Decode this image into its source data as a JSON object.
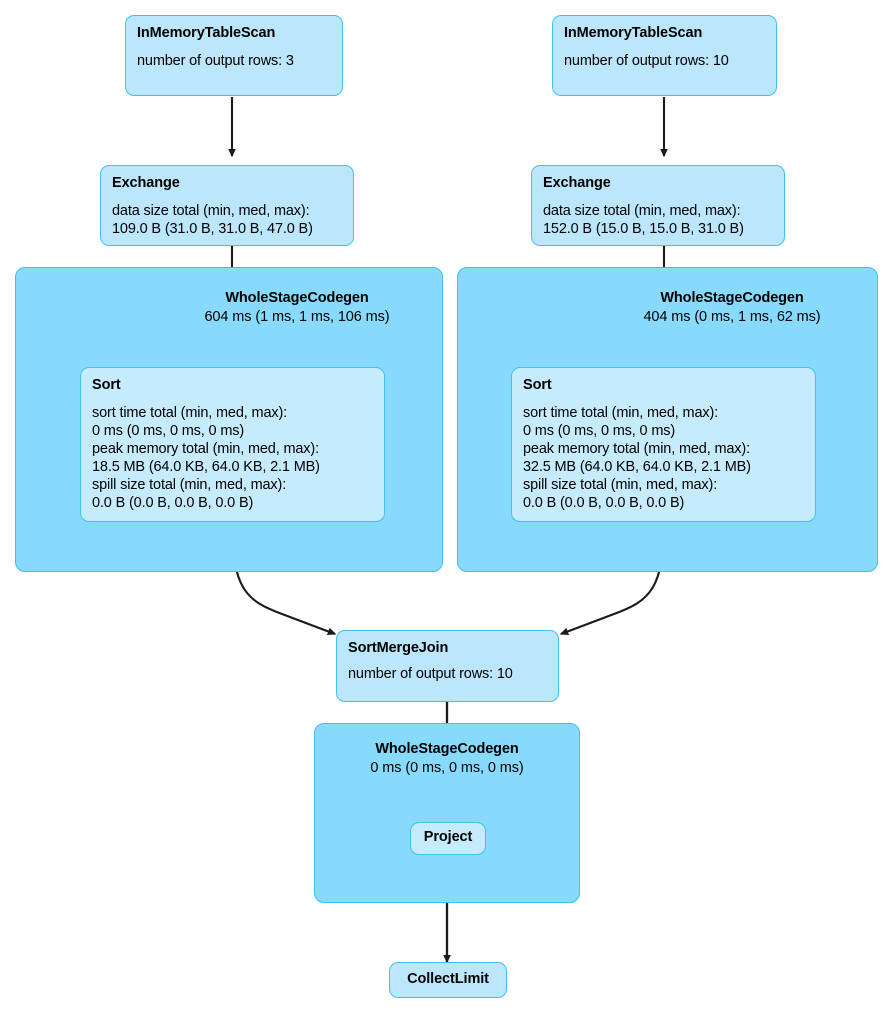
{
  "diagram": {
    "type": "spark-sql-query-execution-plan",
    "background_color": "#ffffff",
    "node_fill_color": "#BCE6FC",
    "node_border_color": "#41C1F0",
    "container_fill_color": "#87DAFB",
    "container_border_color": "#3FC0F0",
    "edge_color": "#1a1a1a"
  },
  "nodes": {
    "scan_left": {
      "title": "InMemoryTableScan",
      "metrics": "number of output rows: 3"
    },
    "scan_right": {
      "title": "InMemoryTableScan",
      "metrics": "number of output rows: 10"
    },
    "exchange_left": {
      "title": "Exchange",
      "metrics": "data size total (min, med, max):\n109.0 B (31.0 B, 31.0 B, 47.0 B)"
    },
    "exchange_right": {
      "title": "Exchange",
      "metrics": "data size total (min, med, max):\n152.0 B (15.0 B, 15.0 B, 31.0 B)"
    },
    "sort_left": {
      "title": "Sort",
      "metrics": "sort time total (min, med, max):\n0 ms (0 ms, 0 ms, 0 ms)\npeak memory total (min, med, max):\n18.5 MB (64.0 KB, 64.0 KB, 2.1 MB)\nspill size total (min, med, max):\n0.0 B (0.0 B, 0.0 B, 0.0 B)"
    },
    "sort_right": {
      "title": "Sort",
      "metrics": "sort time total (min, med, max):\n0 ms (0 ms, 0 ms, 0 ms)\npeak memory total (min, med, max):\n32.5 MB (64.0 KB, 64.0 KB, 2.1 MB)\nspill size total (min, med, max):\n0.0 B (0.0 B, 0.0 B, 0.0 B)"
    },
    "sortmergejoin": {
      "title": "SortMergeJoin",
      "metrics": "number of output rows: 10"
    },
    "project": {
      "title": "Project"
    },
    "collectlimit": {
      "title": "CollectLimit"
    }
  },
  "containers": {
    "wsc_left": {
      "title": "WholeStageCodegen",
      "metrics": "604 ms (1 ms, 1 ms, 106 ms)"
    },
    "wsc_right": {
      "title": "WholeStageCodegen",
      "metrics": "404 ms (0 ms, 1 ms, 62 ms)"
    },
    "wsc_bottom": {
      "title": "WholeStageCodegen",
      "metrics": "0 ms (0 ms, 0 ms, 0 ms)"
    }
  },
  "edges": [
    {
      "from": "scan_left",
      "to": "exchange_left"
    },
    {
      "from": "exchange_left",
      "to": "sort_left"
    },
    {
      "from": "scan_right",
      "to": "exchange_right"
    },
    {
      "from": "exchange_right",
      "to": "sort_right"
    },
    {
      "from": "sort_left",
      "to": "sortmergejoin"
    },
    {
      "from": "sort_right",
      "to": "sortmergejoin"
    },
    {
      "from": "sortmergejoin",
      "to": "project"
    },
    {
      "from": "project",
      "to": "collectlimit"
    }
  ]
}
